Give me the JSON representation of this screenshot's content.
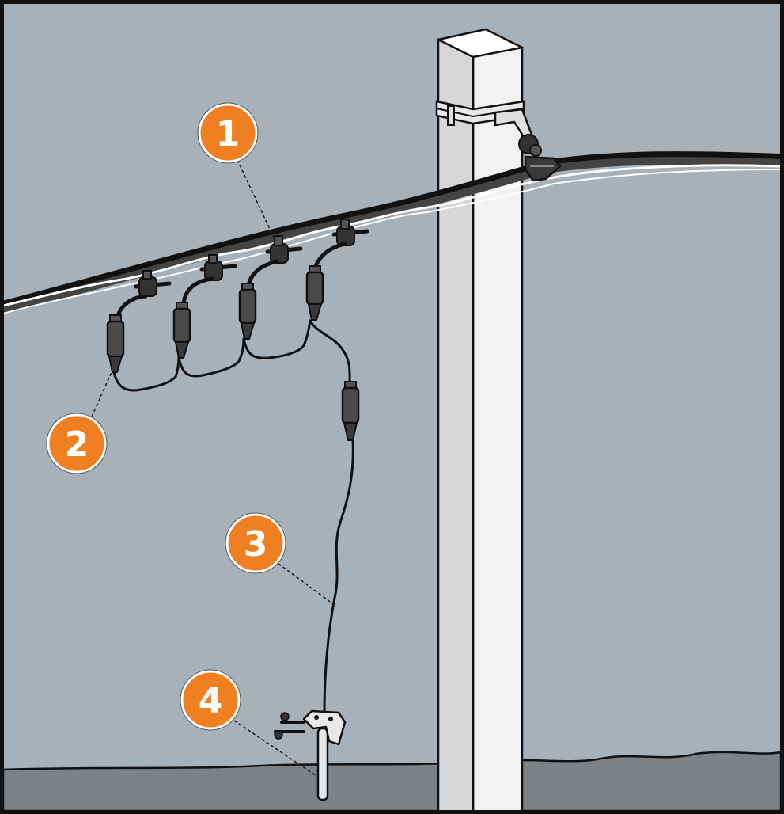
{
  "colors": {
    "sky": "#a6b1b9",
    "ground": "#7d8287",
    "frame": "#111111",
    "pole_shadow": "#d6d7d8",
    "pole_light": "#f2f2f2",
    "cable_dark": "#2a2a2a",
    "cable_light": "#ffffff",
    "connector": "#4a4a4a",
    "badge_fill": "#f07f21",
    "badge_stroke": "#ffffff"
  },
  "callouts": [
    {
      "label": "1",
      "target": "branch-clamp"
    },
    {
      "label": "2",
      "target": "cable-connector"
    },
    {
      "label": "3",
      "target": "earthing-cable"
    },
    {
      "label": "4",
      "target": "earthing-rod"
    }
  ]
}
